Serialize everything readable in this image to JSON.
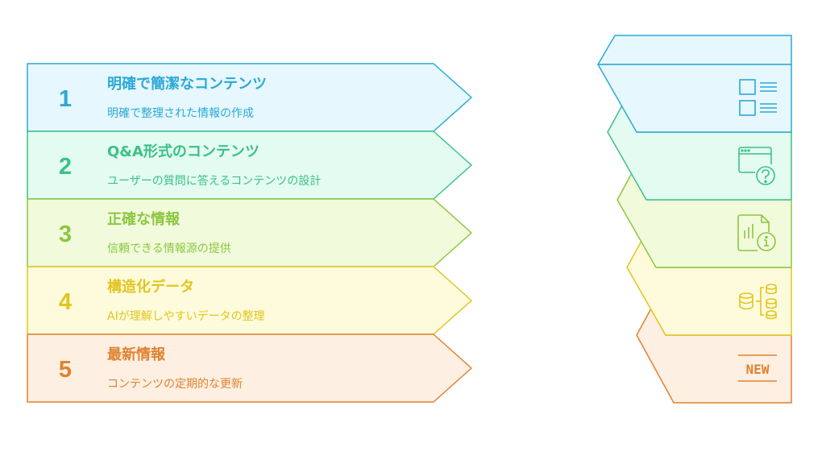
{
  "items": [
    {
      "number": "1",
      "title": "明確で簡潔なコンテンツ",
      "description": "明確で整理された情報の作成",
      "icon": "list-layout-icon",
      "stroke": "#2ba9d6",
      "fill": "#e6f7fd"
    },
    {
      "number": "2",
      "title": "Q&A形式のコンテンツ",
      "description": "ユーザーの質問に答えるコンテンツの設計",
      "icon": "help-window-icon",
      "stroke": "#3cc08a",
      "fill": "#e3fbf0"
    },
    {
      "number": "3",
      "title": "正確な情報",
      "description": "信頼できる情報源の提供",
      "icon": "report-info-icon",
      "stroke": "#8cc63f",
      "fill": "#f1fbdc"
    },
    {
      "number": "4",
      "title": "構造化データ",
      "description": "AIが理解しやすいデータの整理",
      "icon": "database-structure-icon",
      "stroke": "#e2c51d",
      "fill": "#fdfbdc"
    },
    {
      "number": "5",
      "title": "最新情報",
      "description": "コンテンツの定期的な更新",
      "icon": "new-badge-icon",
      "stroke": "#e0822f",
      "fill": "#fdefe2"
    }
  ],
  "new_badge_text": "NEW"
}
